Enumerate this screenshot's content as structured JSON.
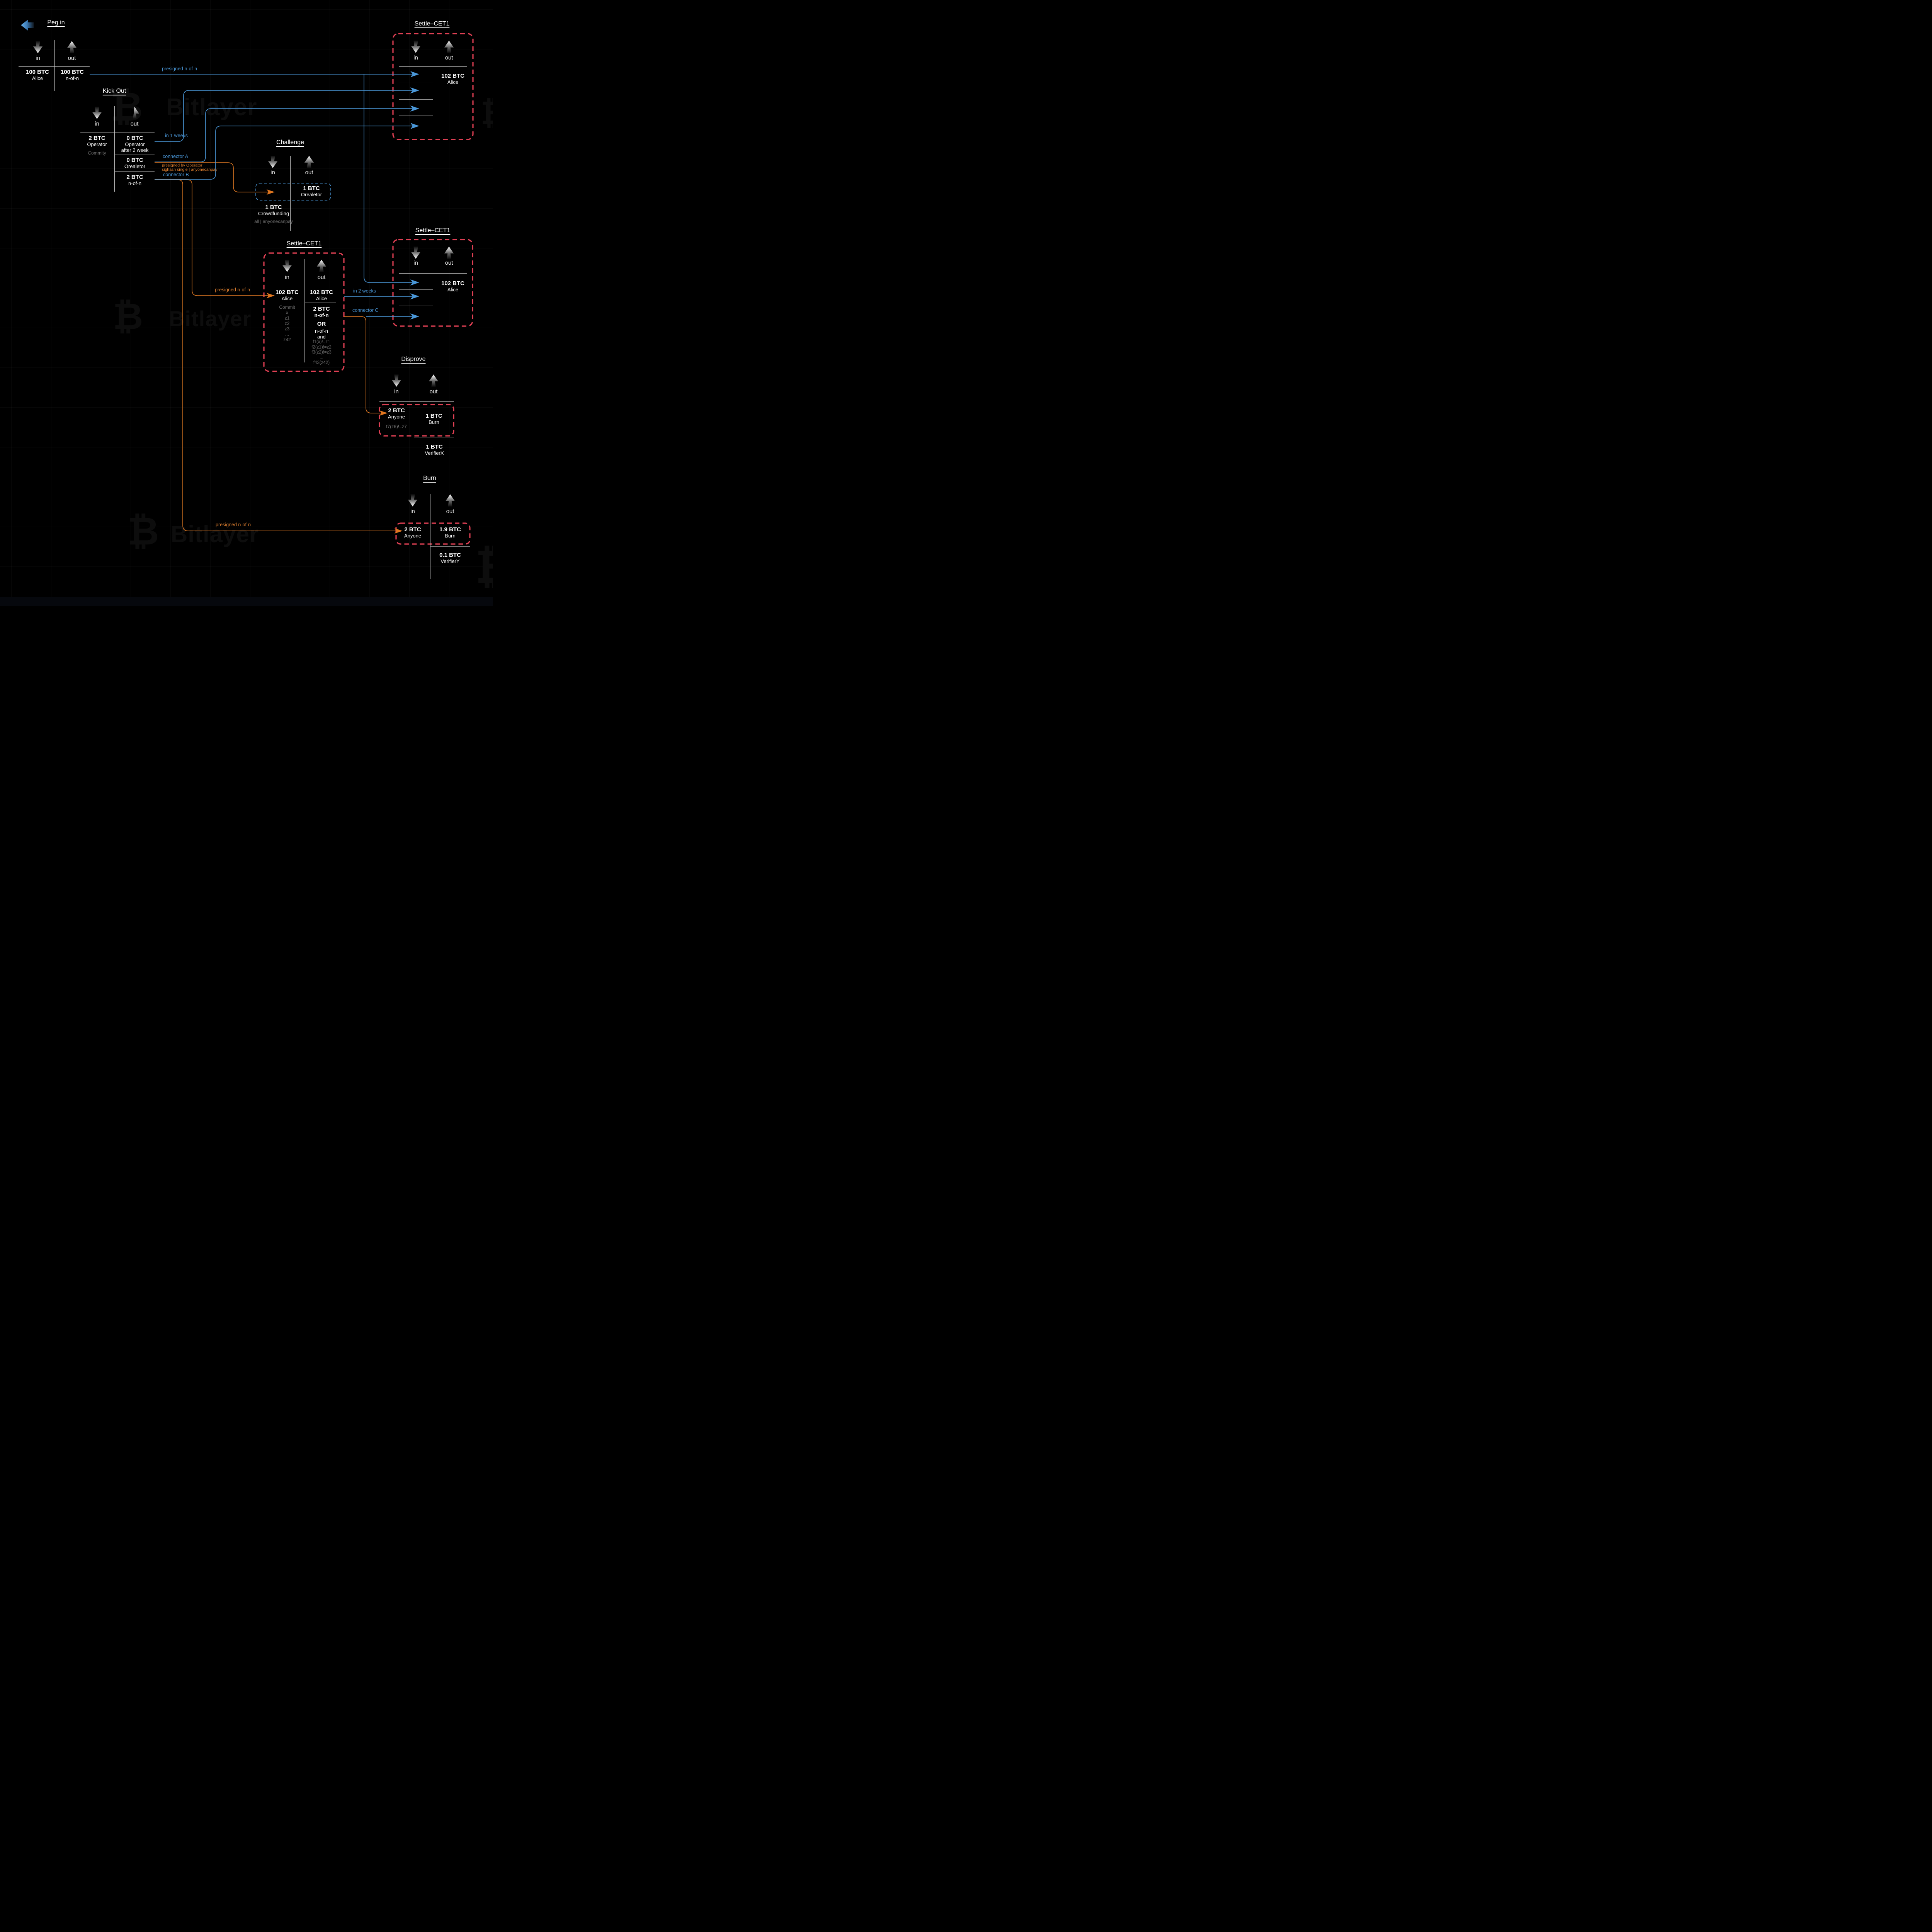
{
  "io": {
    "in": "in",
    "out": "out"
  },
  "watermark": {
    "symbol": "₿",
    "text": "Bitlayer"
  },
  "colors": {
    "blue": "#4a97d8",
    "orange": "#e07c26",
    "red": "#e04054",
    "gray": "#6f6f6f"
  },
  "transactions": {
    "pegin": {
      "title": "Peg in",
      "in": {
        "amount": "100 BTC",
        "owner": "Alice"
      },
      "out": {
        "amount": "100 BTC",
        "owner": "n-of-n"
      }
    },
    "kickout": {
      "title": "Kick Out",
      "in": {
        "amount": "2 BTC",
        "owner": "Operator",
        "note": "Commity"
      },
      "out1": {
        "amount": "0 BTC",
        "owner": "Operator\nafter 2 week"
      },
      "out2": {
        "amount": "0 BTC",
        "owner": "Orealetor"
      },
      "out3": {
        "amount": "2 BTC",
        "owner": "n-of-n"
      }
    },
    "challenge": {
      "title": "Challenge",
      "out": {
        "amount": "1 BTC",
        "owner": "Orealetor"
      },
      "in_below": {
        "amount": "1 BTC",
        "owner": "Crowdfunding",
        "note": "all | anyonecanpay"
      }
    },
    "settle_mid": {
      "title": "Settle–CET1",
      "in": {
        "amount": "102 BTC",
        "owner": "Alice",
        "note": "Commit\nx\nz1\nz2\nz3\n...\nz42"
      },
      "out1": {
        "amount": "102 BTC",
        "owner": "Alice"
      },
      "out2": {
        "amount": "2 BTC",
        "owner": "n-of-n",
        "or_label": "OR",
        "or_sub": "n-of-n\nand",
        "or_note": "f1(x)!=z1\nf2(z1)!=z2\nf3(z2)!=z3\n...\nf43(z42)"
      }
    },
    "settle_top": {
      "title": "Settle–CET1",
      "out": {
        "amount": "102 BTC",
        "owner": "Alice"
      }
    },
    "settle_right": {
      "title": "Settle–CET1",
      "out": {
        "amount": "102 BTC",
        "owner": "Alice"
      }
    },
    "disprove": {
      "title": "Disprove",
      "in": {
        "amount": "2 BTC",
        "owner": "Anyone",
        "note": "f7(z6)!=z7"
      },
      "out": {
        "amount": "1 BTC",
        "owner": "Burn"
      },
      "out_below": {
        "amount": "1 BTC",
        "owner": "VerifierX"
      }
    },
    "burn": {
      "title": "Burn",
      "in": {
        "amount": "2 BTC",
        "owner": "Anyone"
      },
      "out": {
        "amount": "1.9 BTC",
        "owner": "Burn"
      },
      "out_below": {
        "amount": "0.1 BTC",
        "owner": "VerifierY"
      }
    }
  },
  "connectors": {
    "presigned_nofn_top": "presigned n-of-n",
    "in_1_weeks": "in 1 weeks",
    "connector_a": "connector A",
    "presigned_by_operator": "presigned by Operator\nsighash single | anyonecanpay",
    "connector_b": "connector B",
    "presigned_nofn_mid": "presigned n-of-n",
    "in_2_weeks": "in 2 weeks",
    "connector_c": "connector C",
    "presigned_nofn_burn": "presigned n-of-n"
  }
}
